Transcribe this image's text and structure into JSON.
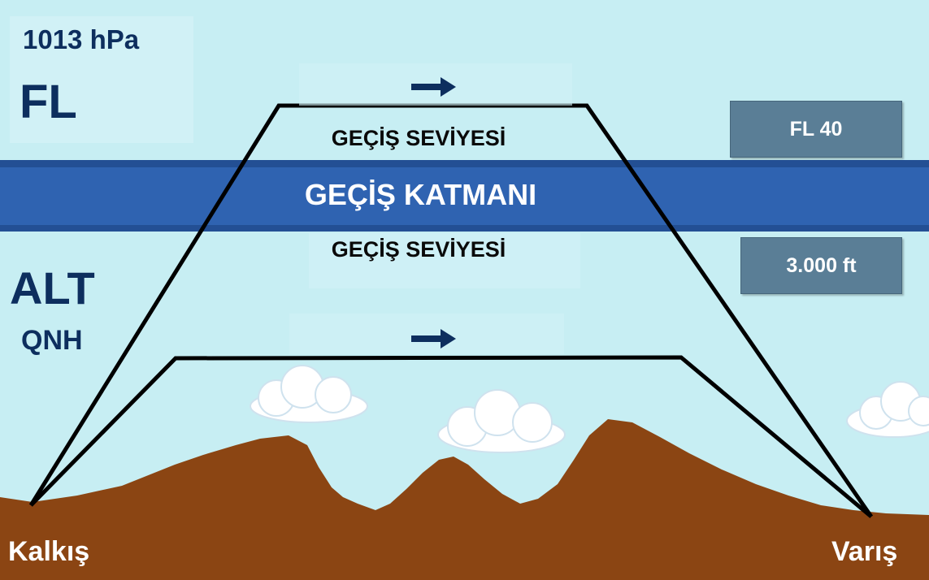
{
  "pressure": {
    "label": "1013 hPa",
    "mode": "FL"
  },
  "lower_mode": {
    "main": "ALT",
    "sub": "QNH"
  },
  "transition_layer": {
    "label": "GEÇİŞ KATMANI",
    "color": "#2f63b1"
  },
  "upper_level": {
    "label": "GEÇİŞ SEVİYESİ",
    "value": "FL 40"
  },
  "lower_level": {
    "label": "GEÇİŞ SEVİYESİ",
    "value": "3.000 ft"
  },
  "departure": "Kalkış",
  "arrival": "Varış",
  "colors": {
    "sky": "#c7eef3",
    "terrain": "#8b4513",
    "navy": "#0d2e5e",
    "value_box": "#5a7e96"
  }
}
